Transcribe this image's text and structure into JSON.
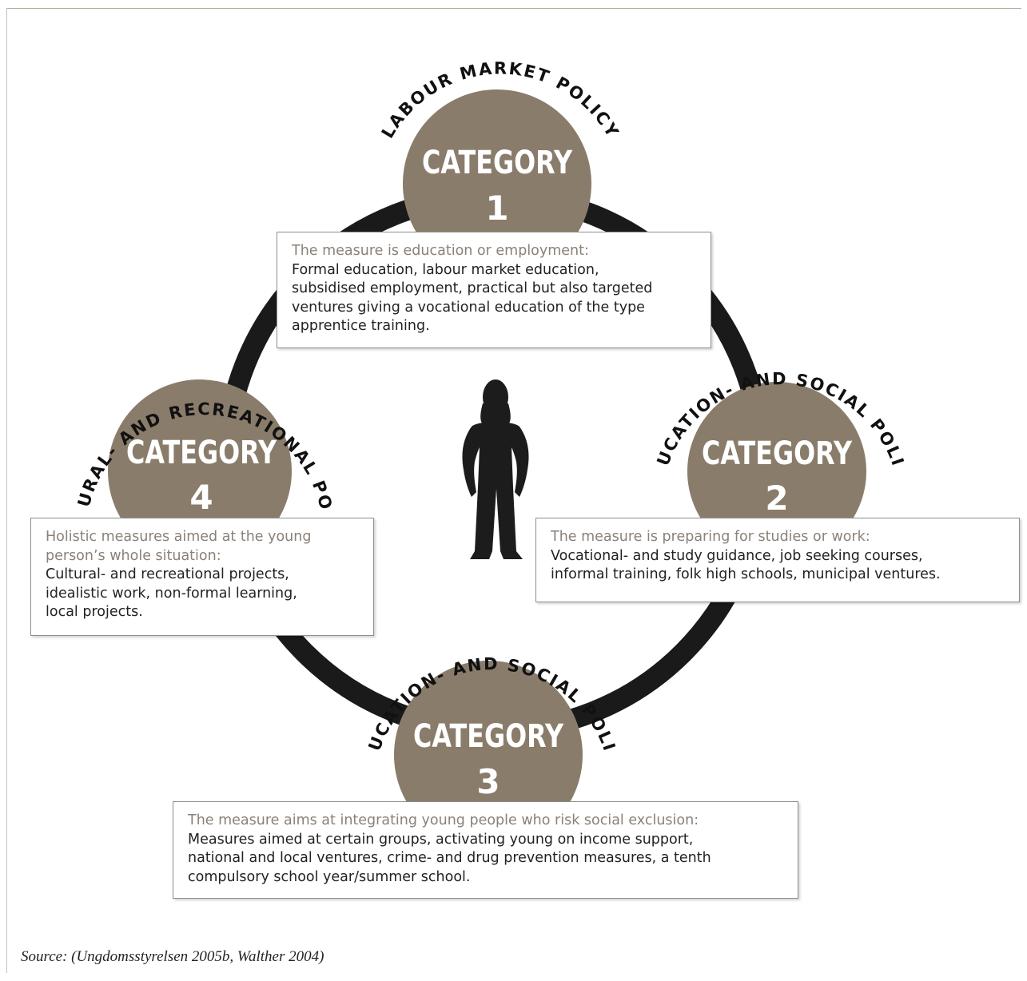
{
  "categories": [
    {
      "id": 1,
      "title": "CATEGORY",
      "number": "1",
      "policy": "LABOUR MARKET POLICY",
      "lead": "The measure is education or employment:",
      "lines": [
        "Formal education, labour market education,",
        "subsidised employment, practical but also targeted",
        "ventures giving a vocational education of the type",
        "apprentice training."
      ]
    },
    {
      "id": 2,
      "title": "CATEGORY",
      "number": "2",
      "policy": "EDUCATION- AND SOCIAL POLICY",
      "lead": "The measure is preparing for studies or work:",
      "lines": [
        "Vocational- and study guidance, job seeking courses,",
        "informal training, folk high schools, municipal ventures."
      ]
    },
    {
      "id": 3,
      "title": "CATEGORY",
      "number": "3",
      "policy": "EDUCATION- AND SOCIAL POLICY",
      "lead": "The measure aims at integrating young people who risk social exclusion:",
      "lines": [
        "Measures aimed at certain groups, activating young on income support,",
        "national and local ventures, crime- and drug prevention measures, a tenth",
        "compulsory school year/summer school."
      ]
    },
    {
      "id": 4,
      "title": "CATEGORY",
      "number": "4",
      "policy": "CULTURAL- AND RECREATIONAL POLICY",
      "lead_lines": [
        "Holistic measures aimed at the young",
        "person’s whole situation:"
      ],
      "lines": [
        "Cultural- and recreational projects,",
        "idealistic work, non-formal learning,",
        "local projects."
      ]
    }
  ],
  "source": "Source:  (Ungdomsstyrelsen 2005b, Walther 2004)",
  "colors": {
    "circle": "#8a7c6b",
    "ring": "#1a1a1a",
    "lead_text": "#8a8178",
    "figure": "#1c1c1c"
  }
}
